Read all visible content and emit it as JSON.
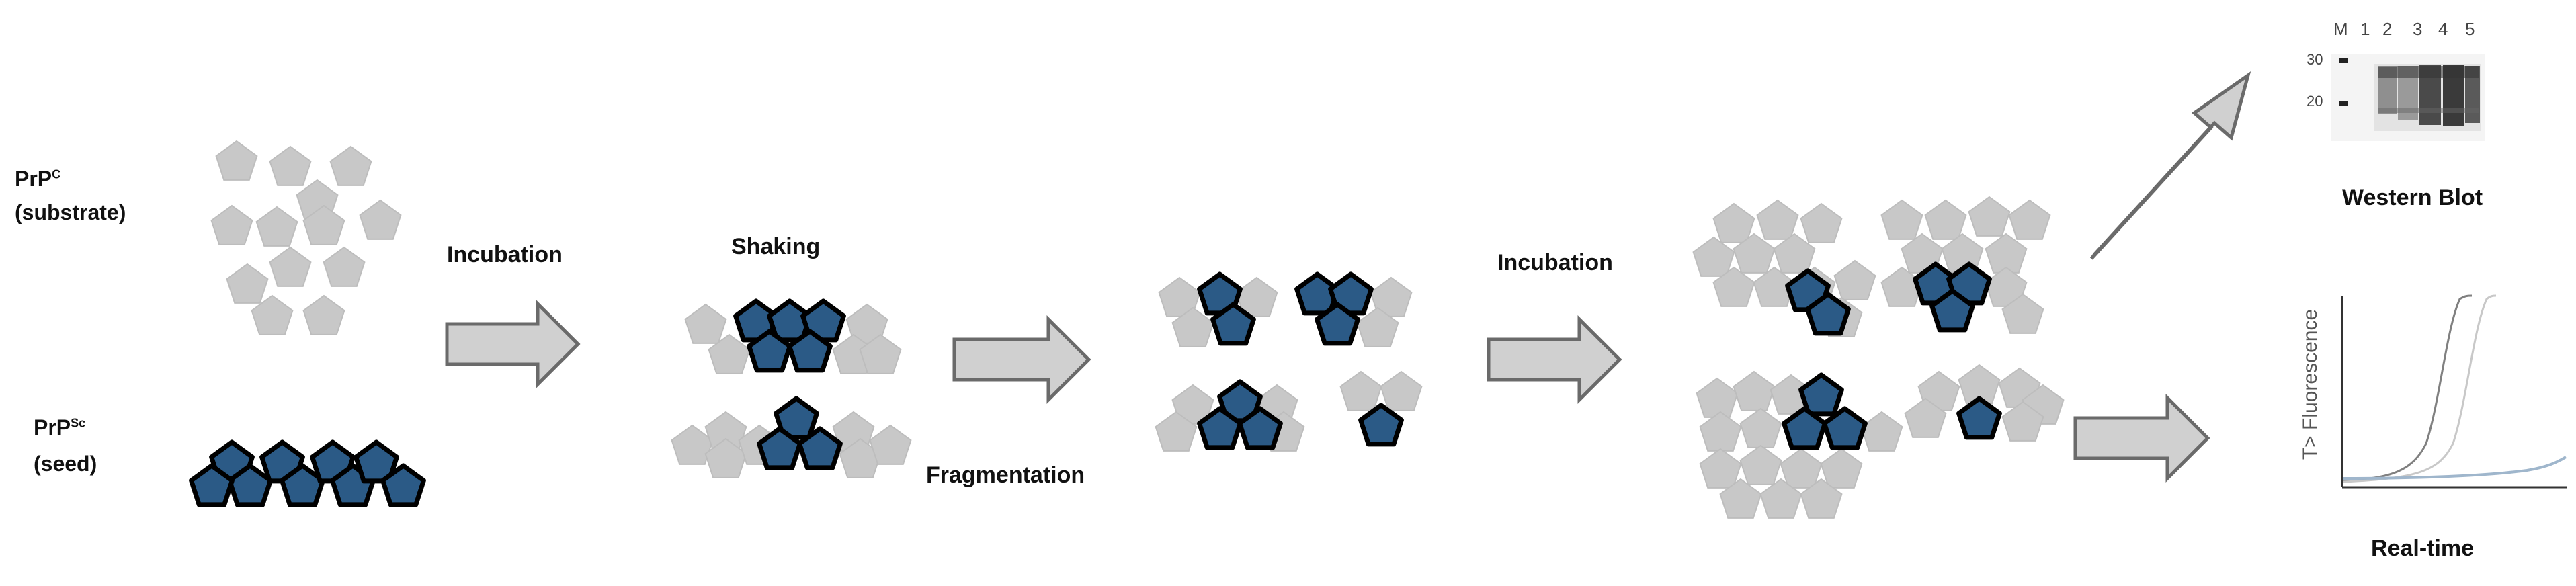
{
  "labels": {
    "prpc": {
      "main": "PrP",
      "sup": "C",
      "note": "(substrate)"
    },
    "prpsc": {
      "main": "PrP",
      "sup": "Sc",
      "note": "(seed)"
    },
    "incubation1": "Incubation",
    "shaking": "Shaking",
    "fragmentation": "Fragmentation",
    "incubation2": "Incubation",
    "western_blot": "Western Blot",
    "real_time": "Real-time"
  },
  "blot": {
    "lanes": [
      "M",
      "1",
      "2",
      "3",
      "4",
      "5"
    ],
    "markers": [
      "30",
      "20"
    ]
  },
  "plot": {
    "ylabel": "T> Fluorescence"
  },
  "colors": {
    "substrate": "#c8c8c8",
    "seed": "#2b5a86",
    "seed_outline": "#000000",
    "arrow_fill": "#d0d0d0",
    "arrow_stroke": "#6a6a6a",
    "curve_dark": "#808080",
    "curve_light": "#c8c8c8",
    "curve_blue": "#9fb6cc"
  }
}
